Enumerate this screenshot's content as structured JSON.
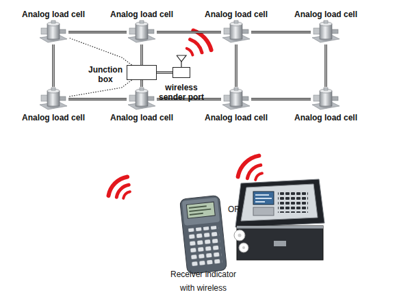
{
  "diagram": {
    "nodes": [
      {
        "text": [
          "Analog load cell"
        ]
      },
      {
        "text": [
          "Analog load cell"
        ]
      },
      {
        "text": [
          "Analog load cell"
        ]
      },
      {
        "text": [
          "Analog load cell"
        ]
      },
      {
        "text": [
          "Junction box"
        ]
      },
      {
        "text": [
          "wireless sender port"
        ]
      },
      {
        "text": [
          "Analog load cell"
        ]
      },
      {
        "text": [
          "Analog load cell"
        ]
      },
      {
        "text": [
          "Analog load cell"
        ]
      },
      {
        "text": [
          "Analog load cell"
        ]
      }
    ],
    "edges": [
      {
        "from": 0,
        "to": 1,
        "arrow": "none"
      },
      {
        "from": 1,
        "to": 2,
        "arrow": "none"
      },
      {
        "from": 2,
        "to": 3,
        "arrow": "none"
      },
      {
        "from": 0,
        "to": 6,
        "arrow": "none"
      },
      {
        "from": 2,
        "to": 8,
        "arrow": "none"
      },
      {
        "from": 3,
        "to": 9,
        "arrow": "none"
      },
      {
        "from": 6,
        "to": 7,
        "arrow": "none"
      },
      {
        "from": 7,
        "to": 8,
        "arrow": "none"
      },
      {
        "from": 8,
        "to": 9,
        "arrow": "none"
      },
      {
        "from": 4,
        "to": 1,
        "arrow": "none"
      },
      {
        "from": 4,
        "to": 7,
        "arrow": "none"
      },
      {
        "from": 4,
        "to": 0,
        "arrow": "none"
      },
      {
        "from": 4,
        "to": 6,
        "arrow": "none"
      },
      {
        "from": 4,
        "to": 5,
        "arrow": "none"
      }
    ],
    "labels": [
      "OR",
      "Receiver indicator with wireless"
    ]
  }
}
